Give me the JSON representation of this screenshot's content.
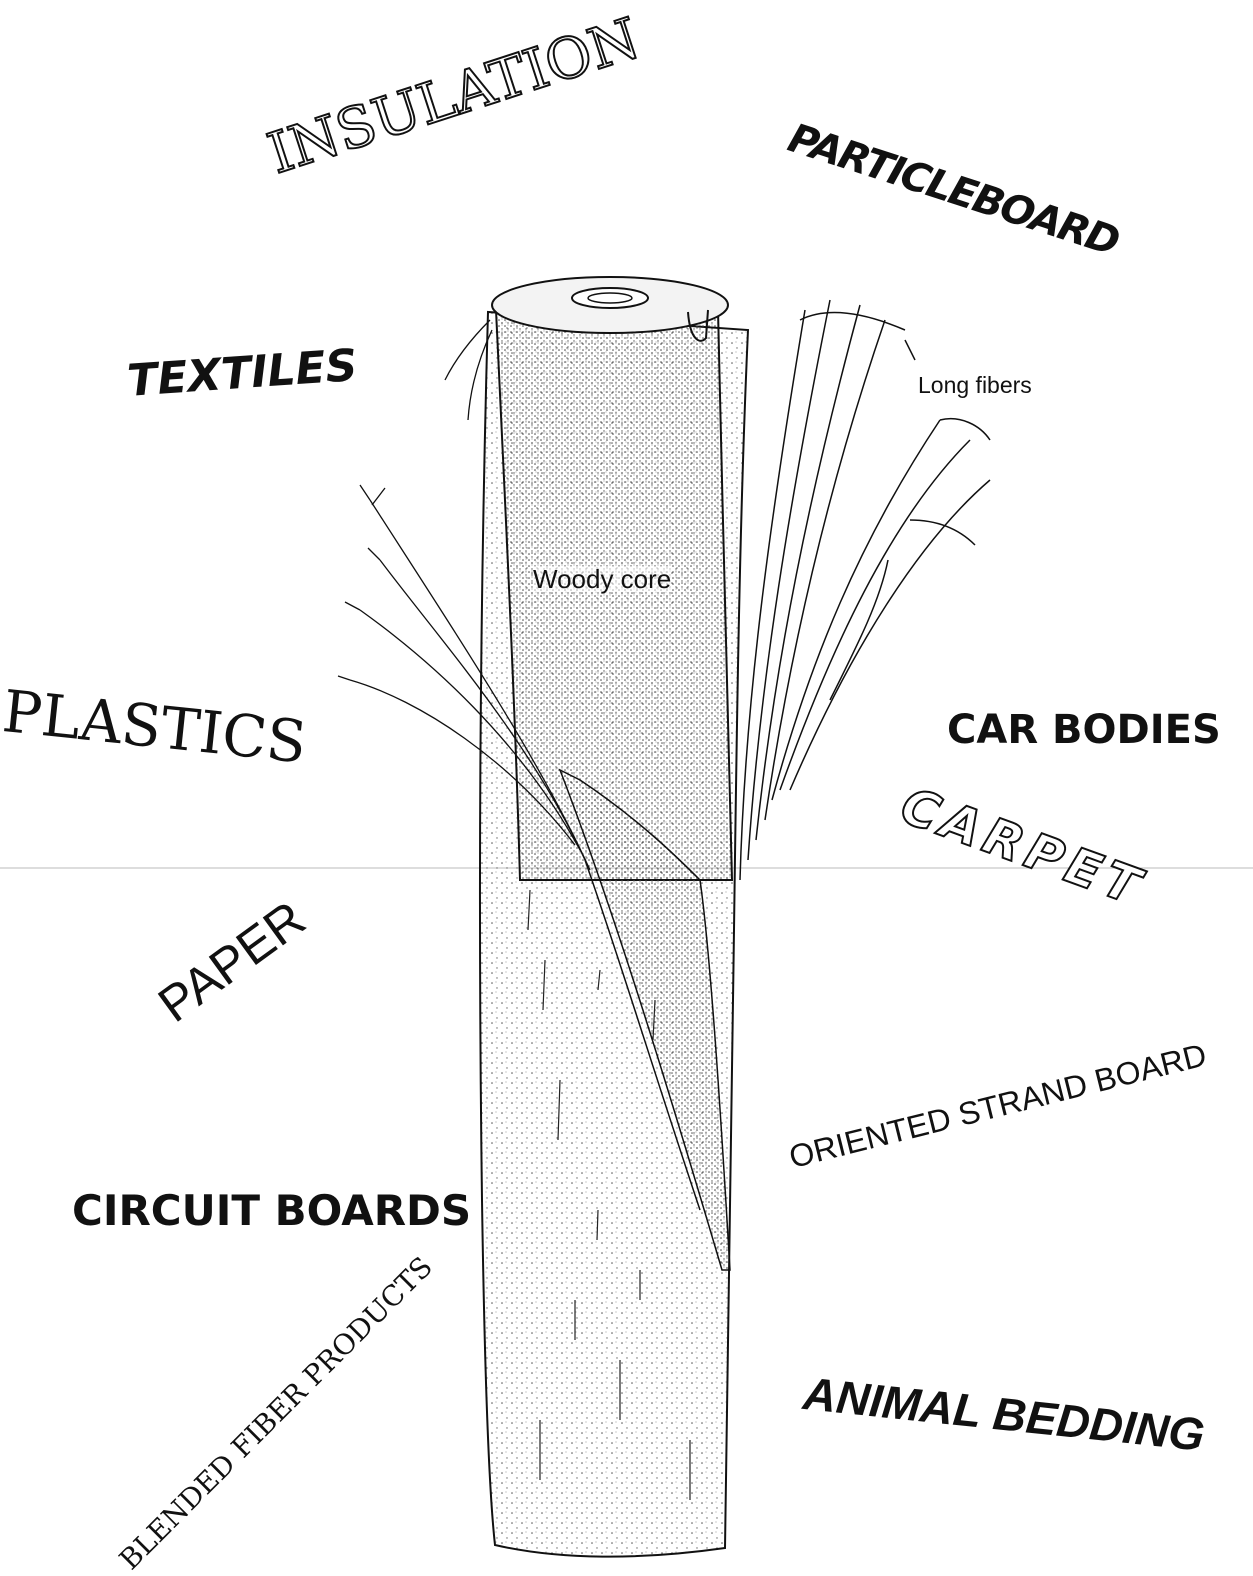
{
  "diagram": {
    "annotations": {
      "long_fibers": "Long fibers",
      "woody_core": "Woody core"
    },
    "products": [
      "INSULATION",
      "PARTICLEBOARD",
      "TEXTILES",
      "PLASTICS",
      "CAR BODIES",
      "CARPET",
      "PAPER",
      "ORIENTED STRAND BOARD",
      "CIRCUIT BOARDS",
      "BLENDED FIBER PRODUCTS",
      "ANIMAL BEDDING"
    ]
  }
}
